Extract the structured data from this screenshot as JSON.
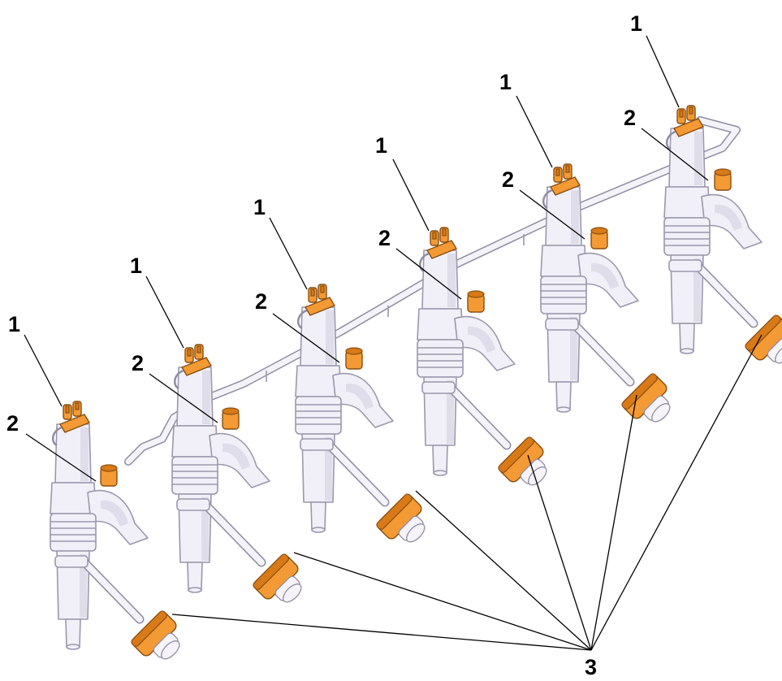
{
  "figure": {
    "callouts": {
      "connector": "1",
      "clamp": "2",
      "pipe_nut": "3"
    },
    "injector_count": 6,
    "colors": {
      "highlight": "#f39a34",
      "body": "#f1f0f8",
      "outline": "#9a98ac",
      "leader": "#000000"
    }
  }
}
